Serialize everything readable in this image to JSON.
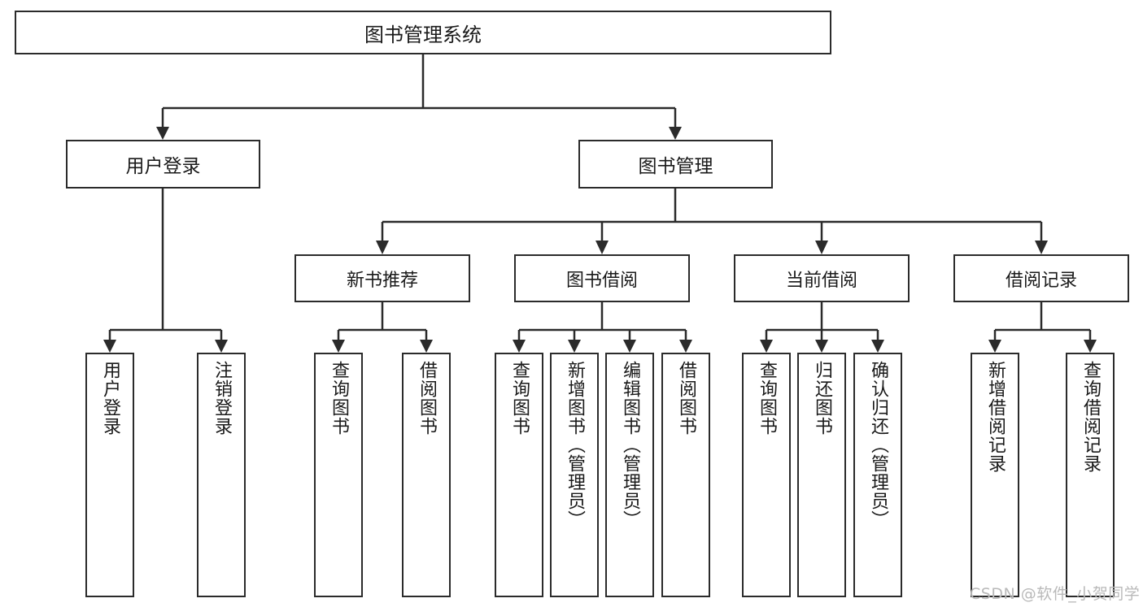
{
  "diagram": {
    "title": "图书管理系统",
    "type": "functional-structure-tree",
    "root": {
      "label": "图书管理系统"
    },
    "level2": [
      {
        "label": "用户登录"
      },
      {
        "label": "图书管理"
      }
    ],
    "level3": [
      {
        "label": "新书推荐"
      },
      {
        "label": "图书借阅"
      },
      {
        "label": "当前借阅"
      },
      {
        "label": "借阅记录"
      }
    ],
    "leaves": {
      "user_login": [
        {
          "label": "用户登录"
        },
        {
          "label": "注销登录"
        }
      ],
      "new_book_recommend": [
        {
          "label": "查询图书"
        },
        {
          "label": "借阅图书"
        }
      ],
      "book_borrow": [
        {
          "label": "查询图书"
        },
        {
          "label": "新增图书（管理员）"
        },
        {
          "label": "编辑图书（管理员）"
        },
        {
          "label": "借阅图书"
        }
      ],
      "current_borrow": [
        {
          "label": "查询图书"
        },
        {
          "label": "归还图书"
        },
        {
          "label": "确认归还（管理员）"
        }
      ],
      "borrow_record": [
        {
          "label": "新增借阅记录"
        },
        {
          "label": "查询借阅记录"
        }
      ]
    }
  },
  "watermark": {
    "text": "CSDN @软件_小贺同学"
  },
  "colors": {
    "stroke": "#2b2b2b",
    "background": "#ffffff",
    "text": "#1a1a1a",
    "watermark": "#b9b9b9"
  }
}
